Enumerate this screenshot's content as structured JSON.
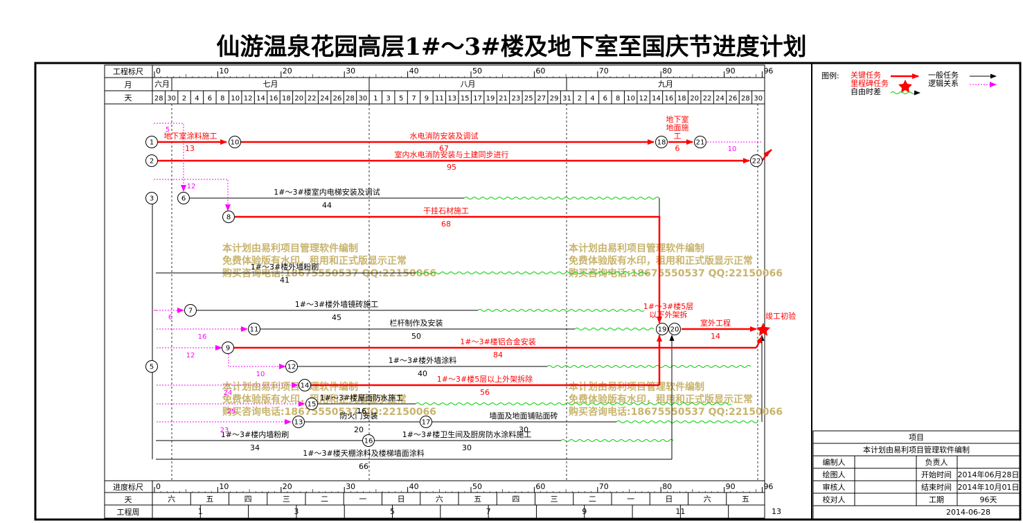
{
  "title": "仙游温泉花园高层1#～3#楼及地下室至国庆节进度计划",
  "header_labels": {
    "scale": "工程标尺",
    "month": "月",
    "day": "天",
    "progress_scale": "进度标尺",
    "weekday": "天",
    "week": "工程周"
  },
  "scale_ticks": [
    "0",
    "10",
    "20",
    "30",
    "40",
    "50",
    "60",
    "70",
    "80",
    "90",
    "96"
  ],
  "months": [
    "六月",
    "七月",
    "八月",
    "九月"
  ],
  "day_labels": [
    "28",
    "30",
    "2",
    "4",
    "6",
    "8",
    "10",
    "12",
    "14",
    "16",
    "18",
    "20",
    "22",
    "24",
    "26",
    "28",
    "30",
    "1",
    "3",
    "5",
    "7",
    "9",
    "11",
    "13",
    "15",
    "17",
    "19",
    "21",
    "23",
    "25",
    "27",
    "29",
    "31",
    "2",
    "4",
    "6",
    "8",
    "10",
    "12",
    "14",
    "16",
    "18",
    "20",
    "22",
    "24",
    "26",
    "28",
    "30"
  ],
  "weekdays": [
    "六",
    "五",
    "四",
    "三",
    "二",
    "一",
    "日",
    "六",
    "五",
    "四",
    "三",
    "二",
    "一",
    "日",
    "六",
    "五"
  ],
  "week_numbers": [
    "1",
    "3",
    "5",
    "7",
    "9",
    "11",
    "13"
  ],
  "legend": {
    "title": "图例:",
    "critical": "关键任务",
    "milestone": "里程碑任务",
    "float": "自由时差",
    "normal": "一般任务",
    "logic": "逻辑关系"
  },
  "watermark_lines": [
    "本计划由易利项目管理软件编制",
    "免费体验版有水印，租用和正式版显示正常",
    "购买咨询电话:18675550537 QQ:22150066"
  ],
  "nodes": [
    "1",
    "2",
    "3",
    "5",
    "6",
    "7",
    "8",
    "9",
    "10",
    "11",
    "12",
    "13",
    "14",
    "15",
    "16",
    "17",
    "18",
    "19",
    "20",
    "21",
    "22"
  ],
  "tasks": [
    {
      "name": "地下室涂料施工",
      "duration": "13"
    },
    {
      "name": "水电消防安装及调试",
      "duration": "67"
    },
    {
      "name": "地下室地面施工",
      "name_lines": [
        "地下室",
        "地面施",
        "工"
      ],
      "duration": "6"
    },
    {
      "name": "室内水电消防安装与土建同步进行",
      "duration": "95"
    },
    {
      "name": "1#～3#楼室内电梯安装及调试",
      "duration": "44"
    },
    {
      "name": "干挂石材施工",
      "duration": "68"
    },
    {
      "name": "1#～3#楼外墙粉刷",
      "duration": "41"
    },
    {
      "name": "1#～3#楼外墙镜砖施工",
      "duration": "45"
    },
    {
      "name": "1#～3#楼5层以下外架拆",
      "name_lines": [
        "1#～3#楼5层",
        "以下外架拆"
      ],
      "duration": ""
    },
    {
      "name": "栏杆制作及安装",
      "duration": "50"
    },
    {
      "name": "室外工程",
      "duration": "14"
    },
    {
      "name": "竣工初验",
      "duration": ""
    },
    {
      "name": "1#～3#楼铝合金安装",
      "duration": "84"
    },
    {
      "name": "1#～3#楼外墙涂料",
      "duration": "40"
    },
    {
      "name": "1#～3#楼5层以上外架拆除",
      "duration": "56"
    },
    {
      "name": "1#～3#楼屋面防水施工",
      "duration": "16"
    },
    {
      "name": "防火门安装",
      "duration": "20"
    },
    {
      "name": "墙面及地面铺贴面砖",
      "duration": "30"
    },
    {
      "name": "1#～3#楼内墙粉刷",
      "duration": "34"
    },
    {
      "name": "1#～3#楼卫生间及厨房防水涂料施工",
      "duration": "30"
    },
    {
      "name": "1#～3#楼天棚涂料及楼梯墙面涂料",
      "duration": "66"
    }
  ],
  "link_labels": [
    "5",
    "12",
    "6",
    "16",
    "12",
    "10",
    "24",
    "25",
    "23",
    "10"
  ],
  "info_table": {
    "project_label": "项目",
    "project_value": "本计划由易利项目管理软件编制",
    "rows": [
      {
        "label": "编制人",
        "value": "",
        "label2": "负责人",
        "value2": ""
      },
      {
        "label": "绘图人",
        "value": "",
        "label2": "开始时间",
        "value2": "2014年06月28日"
      },
      {
        "label": "审核人",
        "value": "",
        "label2": "结束时间",
        "value2": "2014年10月01日"
      },
      {
        "label": "校对人",
        "value": "",
        "label2": "工期",
        "value2": "96天"
      }
    ],
    "date": "2014-06-28"
  },
  "colors": {
    "critical": "#ff0000",
    "logic": "#ff00ff",
    "float": "#00cc00",
    "watermark": "#c8b46e",
    "milestone": "#ff0000"
  }
}
